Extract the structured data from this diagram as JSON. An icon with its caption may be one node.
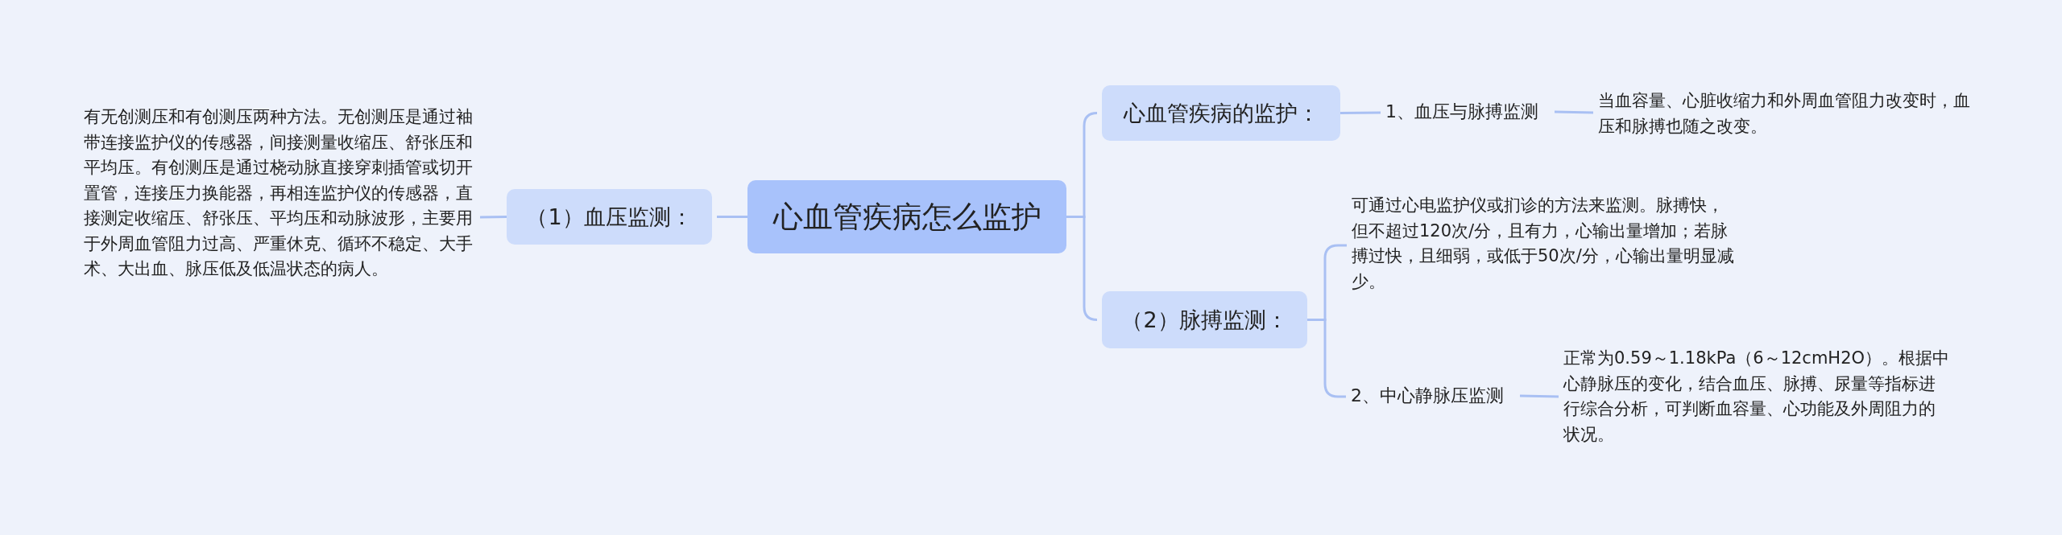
{
  "diagram": {
    "nodes": [
      {
        "text": [
          "心血管疾病怎么监护"
        ]
      },
      {
        "text": [
          "（1）血压监测："
        ]
      },
      {
        "text": [
          "有无创测压和有创测压两种方法。无创测压是通过袖带连接监护仪的传感器，间接测量收缩压、舒张压和平均压。有创测压是通过桡动脉直接穿刺插管或切开置管，连接压力换能器，再相连监护仪的传感器，直接测定收缩压、舒张压、平均压和动脉波形，主要用于外周血管阻力过高、严重休克、循环不稳定、大手术、大出血、脉压低及低温状态的病人。"
        ]
      },
      {
        "text": [
          "心血管疾病的监护："
        ]
      },
      {
        "text": [
          "1、血压与脉搏监测"
        ]
      },
      {
        "text": [
          "当血容量、心脏收缩力和外周血管阻力改变时，血压和脉搏也随之改变。"
        ]
      },
      {
        "text": [
          "（2）脉搏监测："
        ]
      },
      {
        "text": [
          "可通过心电监护仪或扪诊的方法来监测。脉搏快，但不超过120次/分，且有力，心输出量增加；若脉搏过快，且细弱，或低于50次/分，心输出量明显减少。"
        ]
      },
      {
        "text": [
          "2、中心静脉压监测"
        ]
      },
      {
        "text": [
          "正常为0.59～1.18kPa（6～12cmH2O）。根据中心静脉压的变化，结合血压、脉搏、尿量等指标进行综合分析，可判断血容量、心功能及外周阻力的状况。"
        ]
      }
    ],
    "edges": [
      {
        "from": 0,
        "to": 1,
        "arrow": "none"
      },
      {
        "from": 1,
        "to": 2,
        "arrow": "none"
      },
      {
        "from": 0,
        "to": 3,
        "arrow": "none"
      },
      {
        "from": 0,
        "to": 6,
        "arrow": "none"
      },
      {
        "from": 3,
        "to": 4,
        "arrow": "none"
      },
      {
        "from": 4,
        "to": 5,
        "arrow": "none"
      },
      {
        "from": 6,
        "to": 7,
        "arrow": "none"
      },
      {
        "from": 6,
        "to": 8,
        "arrow": "none"
      },
      {
        "from": 8,
        "to": 9,
        "arrow": "none"
      }
    ]
  }
}
